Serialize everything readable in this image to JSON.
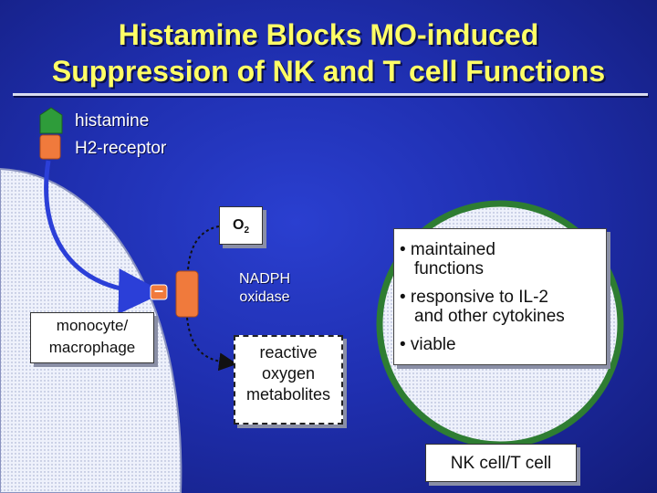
{
  "title": {
    "line1": "Histamine Blocks MO-induced",
    "line2": "Suppression of NK and T cell Functions"
  },
  "legend": {
    "histamine": "histamine",
    "h2_receptor": "H2-receptor"
  },
  "labels": {
    "o2": "O",
    "o2_subscript": "2",
    "nadph_line1": "NADPH",
    "nadph_line2": "oxidase",
    "minus": "–",
    "monocyte_line1": "monocyte/",
    "monocyte_line2": "macrophage",
    "ros_line1": "reactive",
    "ros_line2": "oxygen",
    "ros_line3": "metabolites",
    "nk_cell": "NK cell/T cell"
  },
  "properties": [
    {
      "line1": "• maintained",
      "line2": "  functions"
    },
    {
      "line1": "• responsive to IL-2",
      "line2": "  and other cytokines"
    },
    {
      "line1": "• viable",
      "line2": ""
    }
  ],
  "colors": {
    "background": "#1f2fb0",
    "title": "#ffff66",
    "histamine_marker": "#2e9c3a",
    "receptor_marker": "#f07a3c",
    "cell_fill": "#dde3f5",
    "nk_cell_border": "#2e7d32",
    "arrow": "#2b3fd8"
  }
}
